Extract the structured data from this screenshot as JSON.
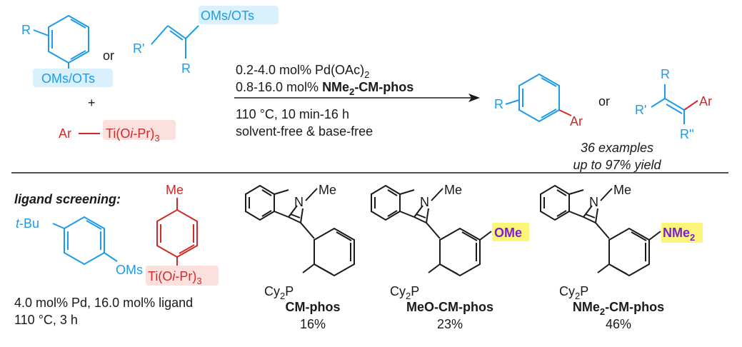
{
  "top": {
    "r": "R",
    "or1": "or",
    "oms_ots_aryl": "OMs/OTs",
    "r_prime": "R'",
    "oms_ots_vinyl": "OMs/OTs",
    "r_vinyl": "R",
    "plus": "+",
    "ar": "Ar",
    "ti_reagent": "Ti(O",
    "ti_ipr": "i",
    "ti_tail": "-Pr)",
    "ti_sub": "3",
    "cond1_pre": "0.2-4.0 mol% Pd(OAc)",
    "cond1_sub": "2",
    "cond2_pre": "0.8-16.0 mol% ",
    "cond2_ligand_a": "NMe",
    "cond2_ligand_sub": "2",
    "cond2_ligand_b": "-CM-phos",
    "cond3": "110 °C, 10 min-16 h",
    "cond4": "solvent-free & base-free",
    "prod_r": "R",
    "prod_ar": "Ar",
    "or2": "or",
    "prod2_r": "R",
    "prod2_rp": "R'",
    "prod2_ar": "Ar",
    "prod2_rpp": "R''",
    "examples": "36 examples",
    "yield": "up to 97% yield"
  },
  "bottom": {
    "heading": "ligand screening:",
    "tbu_t": "t",
    "tbu_rest": "-Bu",
    "oms": "OMs",
    "me_top": "Me",
    "ti_a": "Ti(O",
    "ti_i": "i",
    "ti_b": "-Pr)",
    "ti_sub": "3",
    "cond1": "4.0 mol% Pd, 16.0 mol% ligand",
    "cond2": "110 °C, 3 h",
    "ligands": [
      {
        "name": "CM-phos",
        "yield": "16%",
        "n": "N",
        "me": "Me",
        "cy": "Cy",
        "cy_sub": "2",
        "p": "P"
      },
      {
        "name": "MeO-CM-phos",
        "yield": "23%",
        "n": "N",
        "me": "Me",
        "cy": "Cy",
        "cy_sub": "2",
        "p": "P",
        "sub": "OMe"
      },
      {
        "name_a": "NMe",
        "name_sub": "2",
        "name_b": "-CM-phos",
        "yield": "46%",
        "n": "N",
        "me": "Me",
        "cy": "Cy",
        "cy_sub": "2",
        "p": "P",
        "sub_a": "NMe",
        "sub_sub": "2"
      }
    ]
  },
  "colors": {
    "substrate": "#1e9be8",
    "reagent": "#d22a2a",
    "highlight_substrate": "#d9f1fc",
    "highlight_reagent": "#fbe0dd",
    "highlight_ligand": "#fdf57a",
    "ligand_group": "#7b1fd0"
  }
}
